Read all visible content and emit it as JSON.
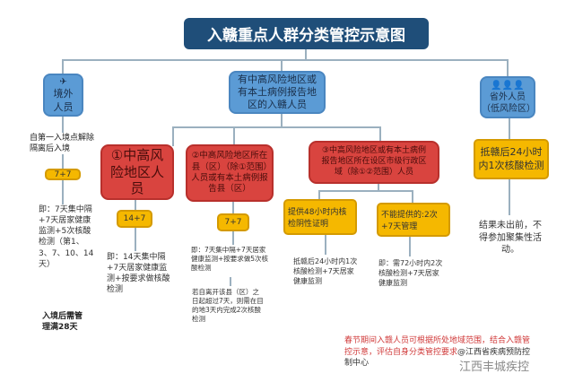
{
  "title": "入赣重点人群分类管控示意图",
  "overseas": {
    "label": "境外人员",
    "note": "自第一入境点解除隔离后入境",
    "policy": "7+7",
    "detail": "即：7天集中隔+7天居家健康监测+5次核酸检测（第1、3、7、10、14天）",
    "total": "入境后需管理满28天"
  },
  "mid": {
    "label": "有中高风险地区或有本土病例报告地区的入赣人员",
    "cat1": {
      "label": "①中高风险地区人员",
      "policy": "14+7",
      "detail": "即：14天集中隔+7天居家健康监测+按要求做核酸检测"
    },
    "cat2": {
      "label": "②中高风险地区所在县（区）（除①范围）人员或有本土病例报告县（区）",
      "policy": "7+7",
      "detail": "即：7天集中隔+7天居家健康监测+按要求做5次核酸检测",
      "extra": "若自离开该县（区）之日起超过7天，则需在目的地3天内完成2次核酸检测"
    },
    "cat3": {
      "label": "③中高风险地区或有本土病例报告地区所在设区市级行政区域（除①②范围）人员",
      "opt1": {
        "label": "提供48小时内核检阴性证明",
        "detail": "抵赣后24小时内1次核酸检测+7天居家健康监测"
      },
      "opt2": {
        "label": "不能提供的:2次+7天管理",
        "detail": "即：需72小时内2次核酸检测+7天居家健康监测"
      }
    }
  },
  "outside": {
    "label": "省外人员（低风险区）",
    "policy": "抵赣后24小时内1次核酸检测",
    "detail": "结果未出前，不得参加聚集性活动。"
  },
  "footer": {
    "note": "春节期间入赣人员可根据所处地域范围，结合入赣管控示意，评估自身分类管控要求",
    "source": "@江西省疾病预防控制中心",
    "watermark": "江西丰城疾控"
  }
}
